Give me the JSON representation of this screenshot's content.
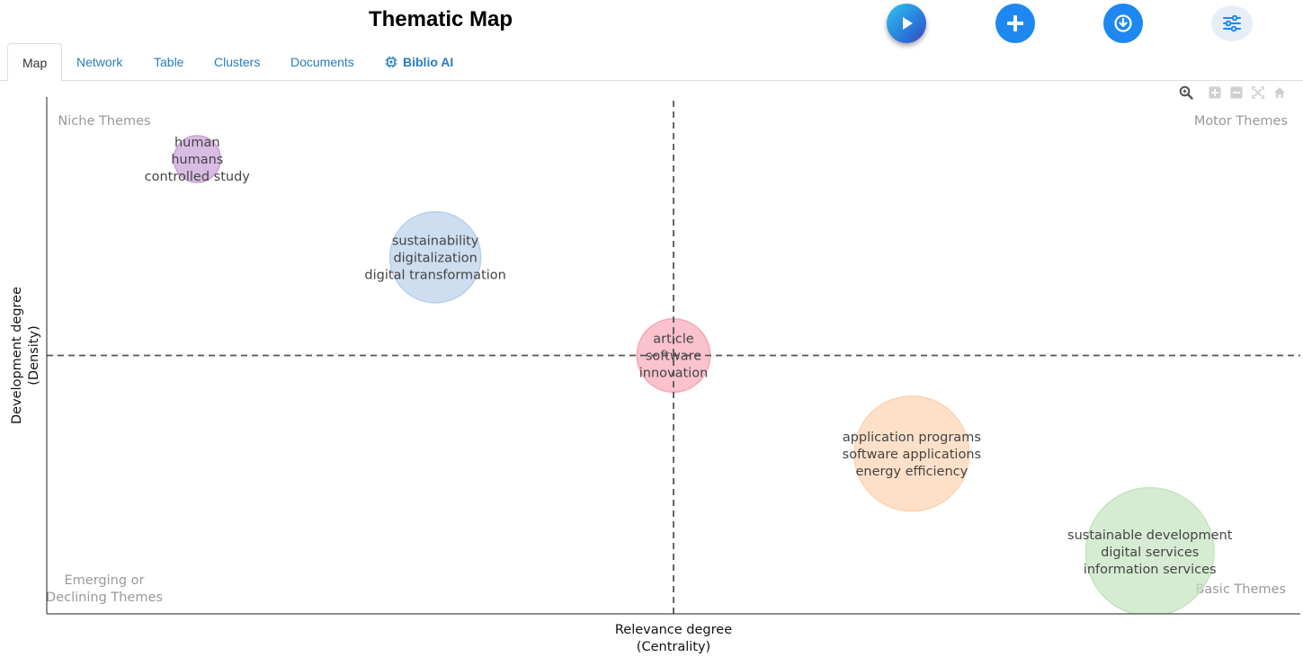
{
  "header": {
    "title": "Thematic Map"
  },
  "actions": [
    {
      "name": "run-button",
      "icon": "play-icon",
      "color": "#1e88f0"
    },
    {
      "name": "add-button",
      "icon": "plus-icon",
      "color": "#1e88f0"
    },
    {
      "name": "download-button",
      "icon": "download-icon",
      "color": "#1e88f0"
    },
    {
      "name": "options-button",
      "icon": "sliders-icon",
      "color": "#e8eef8"
    }
  ],
  "tabs": [
    {
      "label": "Map",
      "active": true
    },
    {
      "label": "Network"
    },
    {
      "label": "Table"
    },
    {
      "label": "Clusters"
    },
    {
      "label": "Documents"
    },
    {
      "label": "Biblio AI",
      "icon": "chip-icon"
    }
  ],
  "toolbar": [
    "zoom-icon",
    "zoom-in-icon",
    "zoom-out-icon",
    "autoscale-icon",
    "reset-home-icon"
  ],
  "chart_data": {
    "type": "scatter",
    "xlabel": [
      "Relevance degree",
      "(Centrality)"
    ],
    "ylabel": [
      "Development degree",
      "(Density)"
    ],
    "xlim": [
      0,
      100
    ],
    "ylim": [
      0,
      100
    ],
    "median_lines": {
      "x": 50,
      "y": 50,
      "style": "dashed"
    },
    "quadrants": {
      "top_left": [
        "Niche Themes"
      ],
      "top_right": [
        "Motor Themes"
      ],
      "bottom_left": [
        "Emerging or",
        "Declining Themes"
      ],
      "bottom_right": [
        "Basic Themes"
      ]
    },
    "points": [
      {
        "x": 12,
        "y": 88,
        "size": 2,
        "color": "#c9a0d8",
        "labels": [
          "human",
          "humans",
          "controlled study"
        ]
      },
      {
        "x": 31,
        "y": 69,
        "size": 12,
        "color": "#b8d0ea",
        "labels": [
          "sustainability",
          "digitalization",
          "digital transformation"
        ]
      },
      {
        "x": 50,
        "y": 50,
        "size": 7,
        "color": "#f6a8b8",
        "labels": [
          "article",
          "software",
          "innovation"
        ]
      },
      {
        "x": 69,
        "y": 31,
        "size": 21,
        "color": "#fdd3b2",
        "labels": [
          "application programs",
          "software applications",
          "energy efficiency"
        ]
      },
      {
        "x": 88,
        "y": 12,
        "size": 27,
        "color": "#c5e4bf",
        "labels": [
          "sustainable development",
          "digital services",
          "information services"
        ]
      }
    ]
  }
}
